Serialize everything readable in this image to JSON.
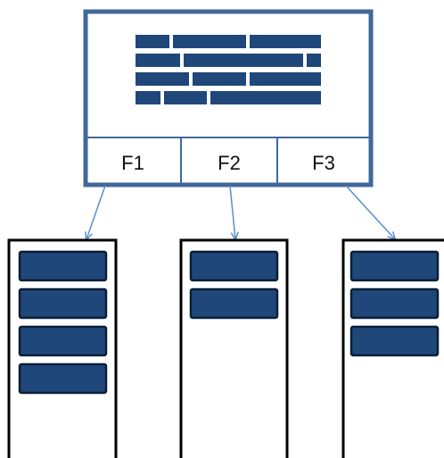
{
  "diagram": {
    "fields": [
      {
        "label": "F1"
      },
      {
        "label": "F2"
      },
      {
        "label": "F3"
      }
    ],
    "bucket_entry_counts": [
      4,
      2,
      3
    ]
  },
  "colors": {
    "outer_box_border": "#41689a",
    "block_fill": "#1f477a",
    "block_border": "#0b1e36",
    "arrow": "#5b8fcb",
    "bucket_border": "#000000"
  }
}
